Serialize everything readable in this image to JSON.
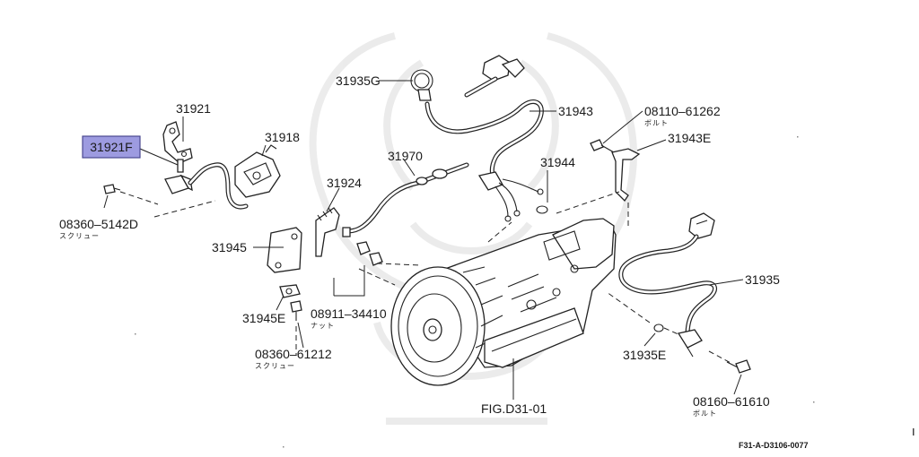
{
  "diagram": {
    "callouts": {
      "p31921": "31921",
      "p31921F": "31921F",
      "p31918": "31918",
      "p08360_5142D": "08360–5142D",
      "p08360_5142D_sub": "スクリュー",
      "p31935G": "31935G",
      "p31943": "31943",
      "p08110_61262": "08110–61262",
      "p08110_61262_sub": "ボルト",
      "p31943E": "31943E",
      "p31970": "31970",
      "p31944": "31944",
      "p31924": "31924",
      "p31945": "31945",
      "p31945E": "31945E",
      "p08911_34410": "08911–34410",
      "p08911_34410_sub": "ナット",
      "p08360_61212": "08360–61212",
      "p08360_61212_sub": "スクリュー",
      "p31935": "31935",
      "p31935E": "31935E",
      "p08160_61610": "08160–61610",
      "p08160_61610_sub": "ボルト",
      "fig_ref": "FIG.D31-01"
    },
    "drawing_code": "F31-A-D3106-0077",
    "colors": {
      "highlight_fill": "#9d9be0",
      "highlight_border": "#4a4890",
      "line": "#222222",
      "watermark": "#dcdcdc"
    }
  }
}
